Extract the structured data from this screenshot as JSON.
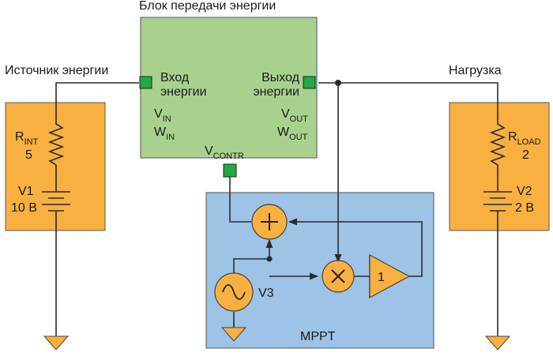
{
  "labels": {
    "block_title": "Блок передачи энергии",
    "source_title": "Источник энергии",
    "load_title": "Нагрузка",
    "input_line1": "Вход",
    "input_line2": "энергии",
    "output_line1": "Выход",
    "output_line2": "энергии",
    "mppt": "MPPT"
  },
  "vin": {
    "base": "V",
    "sub": "IN"
  },
  "win": {
    "base": "W",
    "sub": "IN"
  },
  "vout": {
    "base": "V",
    "sub": "OUT"
  },
  "wout": {
    "base": "W",
    "sub": "OUT"
  },
  "vcontr": {
    "base": "V",
    "sub": "CONTR"
  },
  "source": {
    "r_base": "R",
    "r_sub": "INT",
    "r_value": "5",
    "v_name": "V1",
    "v_value": "10 В"
  },
  "load": {
    "r_base": "R",
    "r_sub": "LOAD",
    "r_value": "2",
    "v_name": "V2",
    "v_value": "2 В"
  },
  "v3_label": "V3",
  "gain": "1",
  "colors": {
    "block_fill": "#a9d18e",
    "mppt_fill": "#9dc3e6",
    "orange_fill": "#f8b040",
    "port_fill": "#22aa44",
    "wire": "#2b2b2b"
  }
}
